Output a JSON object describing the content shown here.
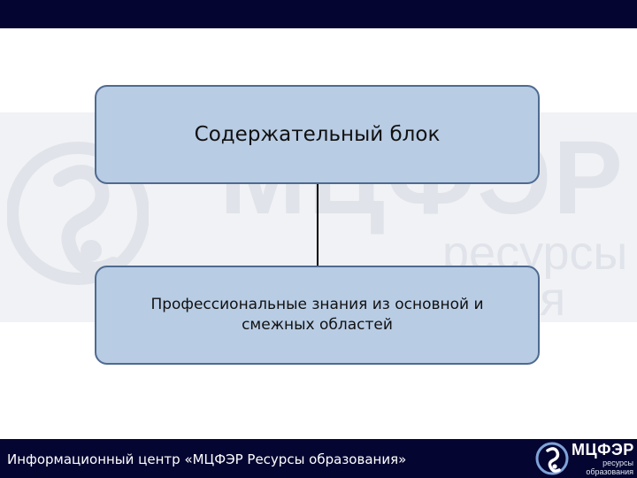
{
  "diagram": {
    "top_box": "Содержательный блок",
    "bottom_box": "Профессиональные знания из основной и смежных областей"
  },
  "watermark": {
    "brand": "МЦФЭР",
    "sub_line1": "ресурсы",
    "sub_line2": "ания"
  },
  "footer": {
    "text": "Информационный центр «МЦФЭР Ресурсы образования»",
    "logo_brand": "МЦФЭР",
    "logo_sub_line1": "ресурсы",
    "logo_sub_line2": "образования"
  },
  "colors": {
    "bar": "#050532",
    "box_fill": "#b8cce4",
    "box_border": "#4f6a90"
  }
}
